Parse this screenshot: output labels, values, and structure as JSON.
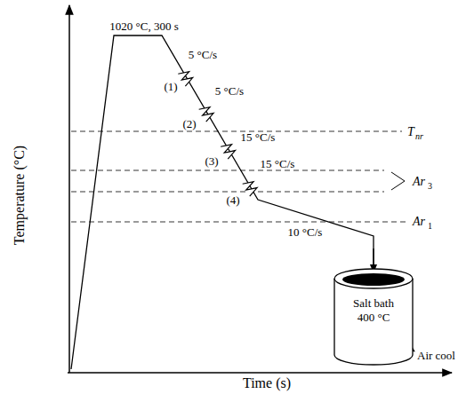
{
  "diagram": {
    "nodes": [
      {
        "text": [
          "Salt bath 400 °C"
        ]
      }
    ],
    "labels": [
      "1020 °C, 300 s",
      "5 °C/s",
      "(1)",
      "5 °C/s",
      "(2)",
      "15 °C/s",
      "(3)",
      "15 °C/s",
      "(4)",
      "10 °C/s",
      "T",
      "nr",
      "Ar",
      "3",
      "Ar",
      "1",
      "Air cool",
      "Temperature (°C)",
      "Time (s)"
    ]
  }
}
